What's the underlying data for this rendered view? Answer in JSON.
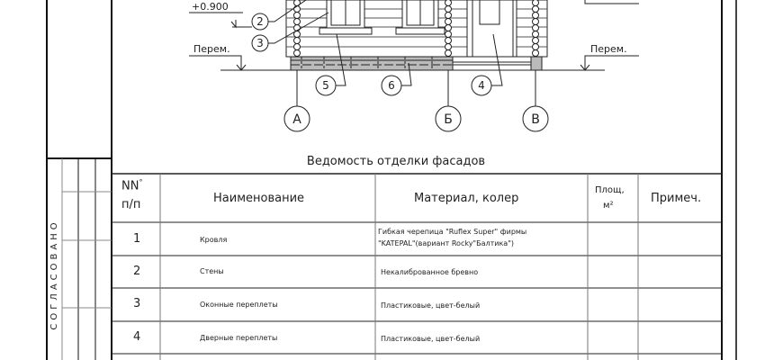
{
  "elevation": {
    "level_top": "+0.900",
    "level_left": "Перем.",
    "level_right": "Перем.",
    "callouts": [
      "2",
      "3",
      "5",
      "6",
      "4"
    ],
    "axes": [
      "А",
      "Б",
      "В"
    ]
  },
  "table": {
    "title": "Ведомость отделки фасадов",
    "headers": {
      "num_1": "NN",
      "num_sup": "°",
      "num_2": "п/п",
      "name": "Наименование",
      "material": "Материал, колер",
      "area_1": "Площ,",
      "area_2": "м²",
      "note": "Примеч."
    },
    "rows": [
      {
        "n": "1",
        "name": "Кровля",
        "material": "Гибкая черепица \"Ruflex Super\" фирмы",
        "material_2": "\"KATEPAL\"(вариант Rocky\"Балтика\")"
      },
      {
        "n": "2",
        "name": "Стены",
        "material": "Некалиброванное бревно",
        "material_2": ""
      },
      {
        "n": "3",
        "name": "Оконные переплеты",
        "material": "Пластиковые, цвет-белый",
        "material_2": ""
      },
      {
        "n": "4",
        "name": "Дверные переплеты",
        "material": "Пластиковые, цвет-белый",
        "material_2": ""
      }
    ]
  },
  "side_stamp": {
    "label": "СОГЛАСОВАНО"
  }
}
